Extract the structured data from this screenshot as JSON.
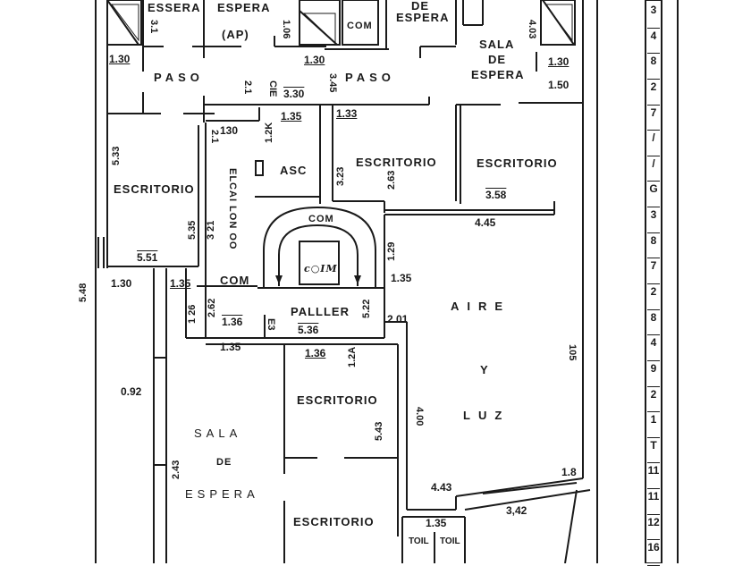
{
  "title": "Floor plan - office level",
  "rooms": {
    "top_essera": "ESSERA",
    "top_espera_ap_line1": "ESPERA",
    "top_espera_ap_line2": "(AP)",
    "top_com": "COM",
    "top_de_espera_line1": "DE",
    "top_de_espera_line2": "ESPERA",
    "sala_top_line1": "SALA",
    "sala_top_line2": "DE",
    "sala_top_line3": "ESPERA",
    "paso_left": "PASO",
    "paso_right": "PASO",
    "escritorio_left": "ESCRITORIO",
    "asc": "ASC",
    "escritorio_center_top": "ESCRITORIO",
    "escritorio_right_top": "ESCRITORIO",
    "elcalron": "ELCAI LON OO",
    "com_stair": "COM",
    "com_left": "COM",
    "com_stamp": "c○IM",
    "palier": "PALLLER",
    "aire": "AIRE",
    "y": "Y",
    "luz": "LUZ",
    "escritorio_mid": "ESCRITORIO",
    "sala_bottom_line1": "SALA",
    "sala_bottom_line2": "DE",
    "sala_bottom_line3": "ESPERA",
    "escritorio_bottom": "ESCRITORIO",
    "toil_left": "TOIL",
    "toil_right": "TOIL"
  },
  "dimensions": {
    "d_1_30_a": "1.30",
    "d_1_30_b": "1.30",
    "d_1_30_c": "1.30",
    "d_1_50": "1.50",
    "d_3_30": "3.30",
    "d_1_35_a": "1.35",
    "d_1_33": "1.33",
    "d_130_small": "130",
    "d_5_33": "5.33",
    "d_5_35": "5.35",
    "d_5_51": "5.51",
    "d_3_21": "3 21",
    "d_3_23": "3.23",
    "d_2_63": "2.63",
    "d_3_58": "3.58",
    "d_4_45": "4.45",
    "d_1_29": "1.29",
    "d_1_35_b": "1.35",
    "d_2_01": "2.01",
    "d_1_30_d": "1.30",
    "d_1_35_c": "1.35",
    "d_1_26": "1 26",
    "d_2_62": "2.62",
    "d_1_36_a": "1.36",
    "d_1_35_d": "1.35",
    "d_5_36": "5.36",
    "d_5_22": "5.22",
    "d_1_36_b": "1.36",
    "d_1_2A": "1.2A",
    "d_0_92": "0.92",
    "d_5_48": "5.48",
    "d_2_43": "2.43",
    "d_5_43": "5.43",
    "d_4_00": "4.00",
    "d_105": "105",
    "d_4_43": "4.43",
    "d_1_8": "1.8",
    "d_3_42": "3,42",
    "d_1_35_e": "1.35",
    "d_3_1": "3.1",
    "d_1_06": "1.06",
    "d_3_45": "3.45",
    "d_4_03": "4.03",
    "d_1_2k": "1.2K",
    "d_2_1": "2.1",
    "d_cie": "CIE",
    "d_2_1_b": "2.1",
    "d_e3": "E3"
  },
  "side_strip": [
    "3",
    "4",
    "8",
    "2",
    "7",
    "/",
    "/",
    "G",
    "3",
    "8",
    "7",
    "2",
    "8",
    "4",
    "9",
    "2",
    "1",
    "T",
    "11",
    "11",
    "12",
    "16"
  ]
}
